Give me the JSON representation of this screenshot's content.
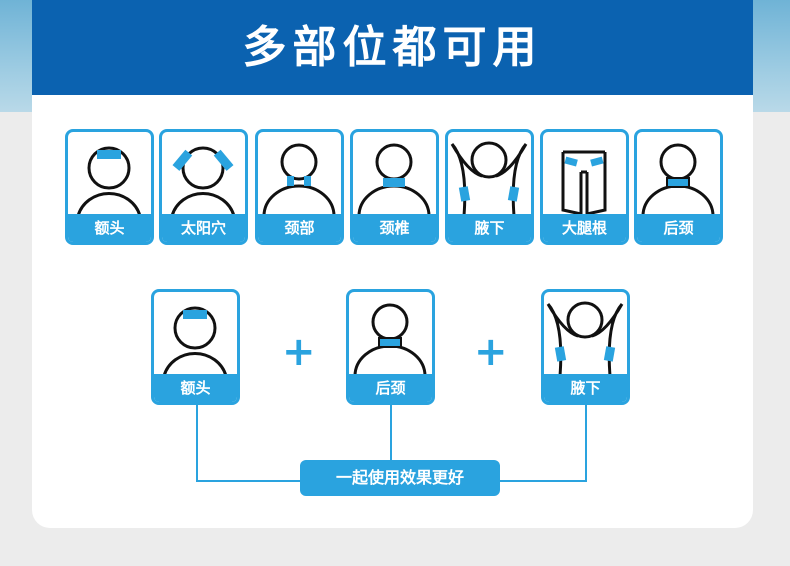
{
  "header": {
    "title": "多部位都可用"
  },
  "top_cards": [
    {
      "label": "额头",
      "icon": "forehead"
    },
    {
      "label": "太阳穴",
      "icon": "temple"
    },
    {
      "label": "颈部",
      "icon": "neck-sides"
    },
    {
      "label": "颈椎",
      "icon": "neck-band"
    },
    {
      "label": "腋下",
      "icon": "armpit"
    },
    {
      "label": "大腿根",
      "icon": "groin"
    },
    {
      "label": "后颈",
      "icon": "back-neck"
    }
  ],
  "combo_cards": [
    {
      "label": "额头",
      "icon": "forehead"
    },
    {
      "label": "后颈",
      "icon": "back-neck"
    },
    {
      "label": "腋下",
      "icon": "armpit"
    }
  ],
  "plus_sign": "+",
  "combo_button": "一起使用效果更好",
  "colors": {
    "header": "#0b62b0",
    "accent": "#2aa3df"
  }
}
